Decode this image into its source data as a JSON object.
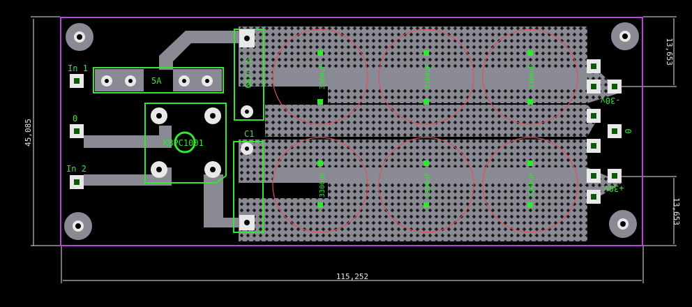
{
  "colors": {
    "background": "#000000",
    "copper": "#8a8a95",
    "board_outline": "#b844d8",
    "silkscreen": "#32e632",
    "pad": "#e8e8e8",
    "pad_ring": "#0a5a0a",
    "capacitor_outline": "#e0505a",
    "dimension": "#e8e8e8"
  },
  "dimensions": {
    "width": "115,252",
    "height": "45,085",
    "top_right": "13,653",
    "bottom_right": "13,653"
  },
  "labels": {
    "in1": "In 1",
    "zero_left": "0",
    "in2": "In 2",
    "fuse": "5A",
    "bridge": "KBPC1001",
    "c1": "C1",
    "resistor": "68/0,5",
    "minus30": "-30v",
    "zero_right": "0",
    "plus30": "+30v"
  },
  "capacitors": {
    "top": [
      "3300uF",
      "3300uF",
      "3300uF"
    ],
    "bottom": [
      "3300uF",
      "3300uF",
      "3300uF"
    ]
  }
}
